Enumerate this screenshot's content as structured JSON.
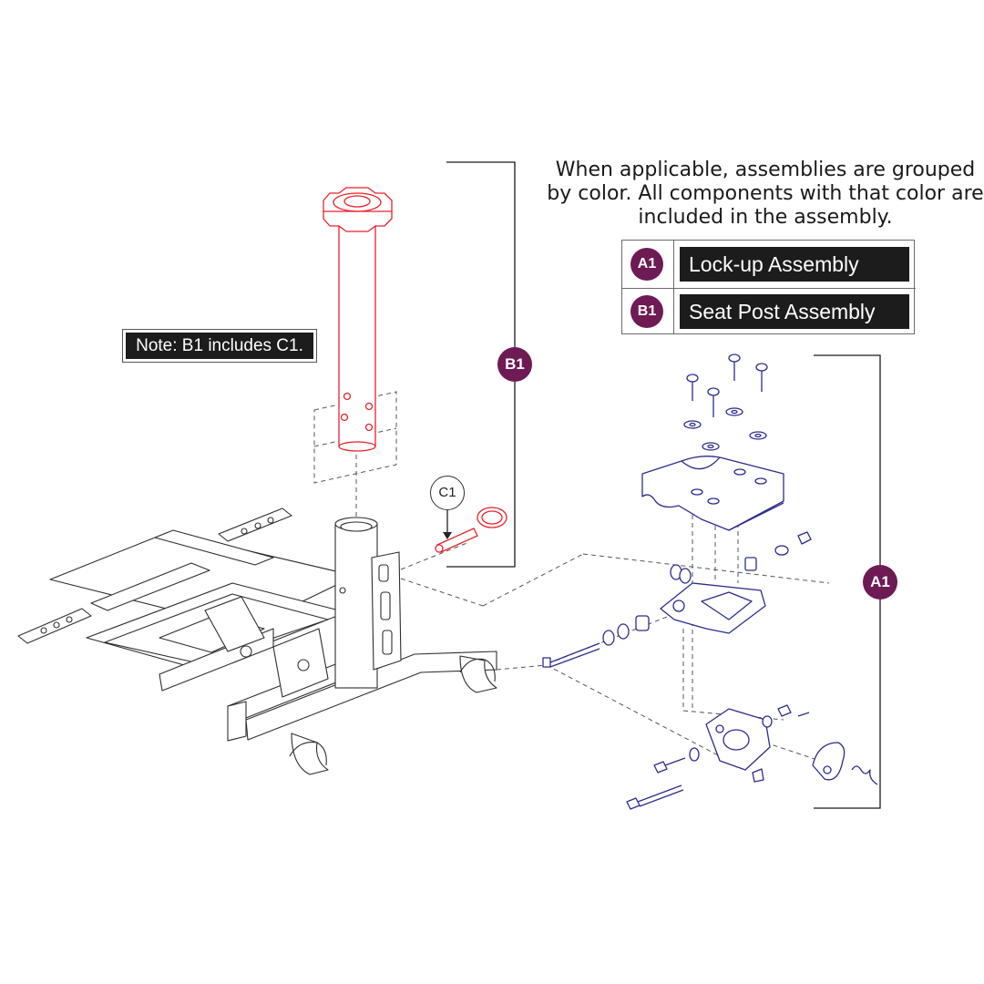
{
  "intro_text": "When applicable, assemblies are grouped by color. All components with that color are included in the assembly.",
  "legend": [
    {
      "code": "A1",
      "label": "Lock-up Assembly"
    },
    {
      "code": "B1",
      "label": "Seat Post Assembly"
    }
  ],
  "note": "Note: B1 includes C1.",
  "callouts": {
    "b1": "B1",
    "a1": "A1",
    "c1": "C1"
  },
  "colors": {
    "badge": "#6e1a54",
    "seat_post_assembly": "#e8222b",
    "lockup_assembly": "#2c2c8c",
    "frame_line": "#2e2e2e"
  }
}
